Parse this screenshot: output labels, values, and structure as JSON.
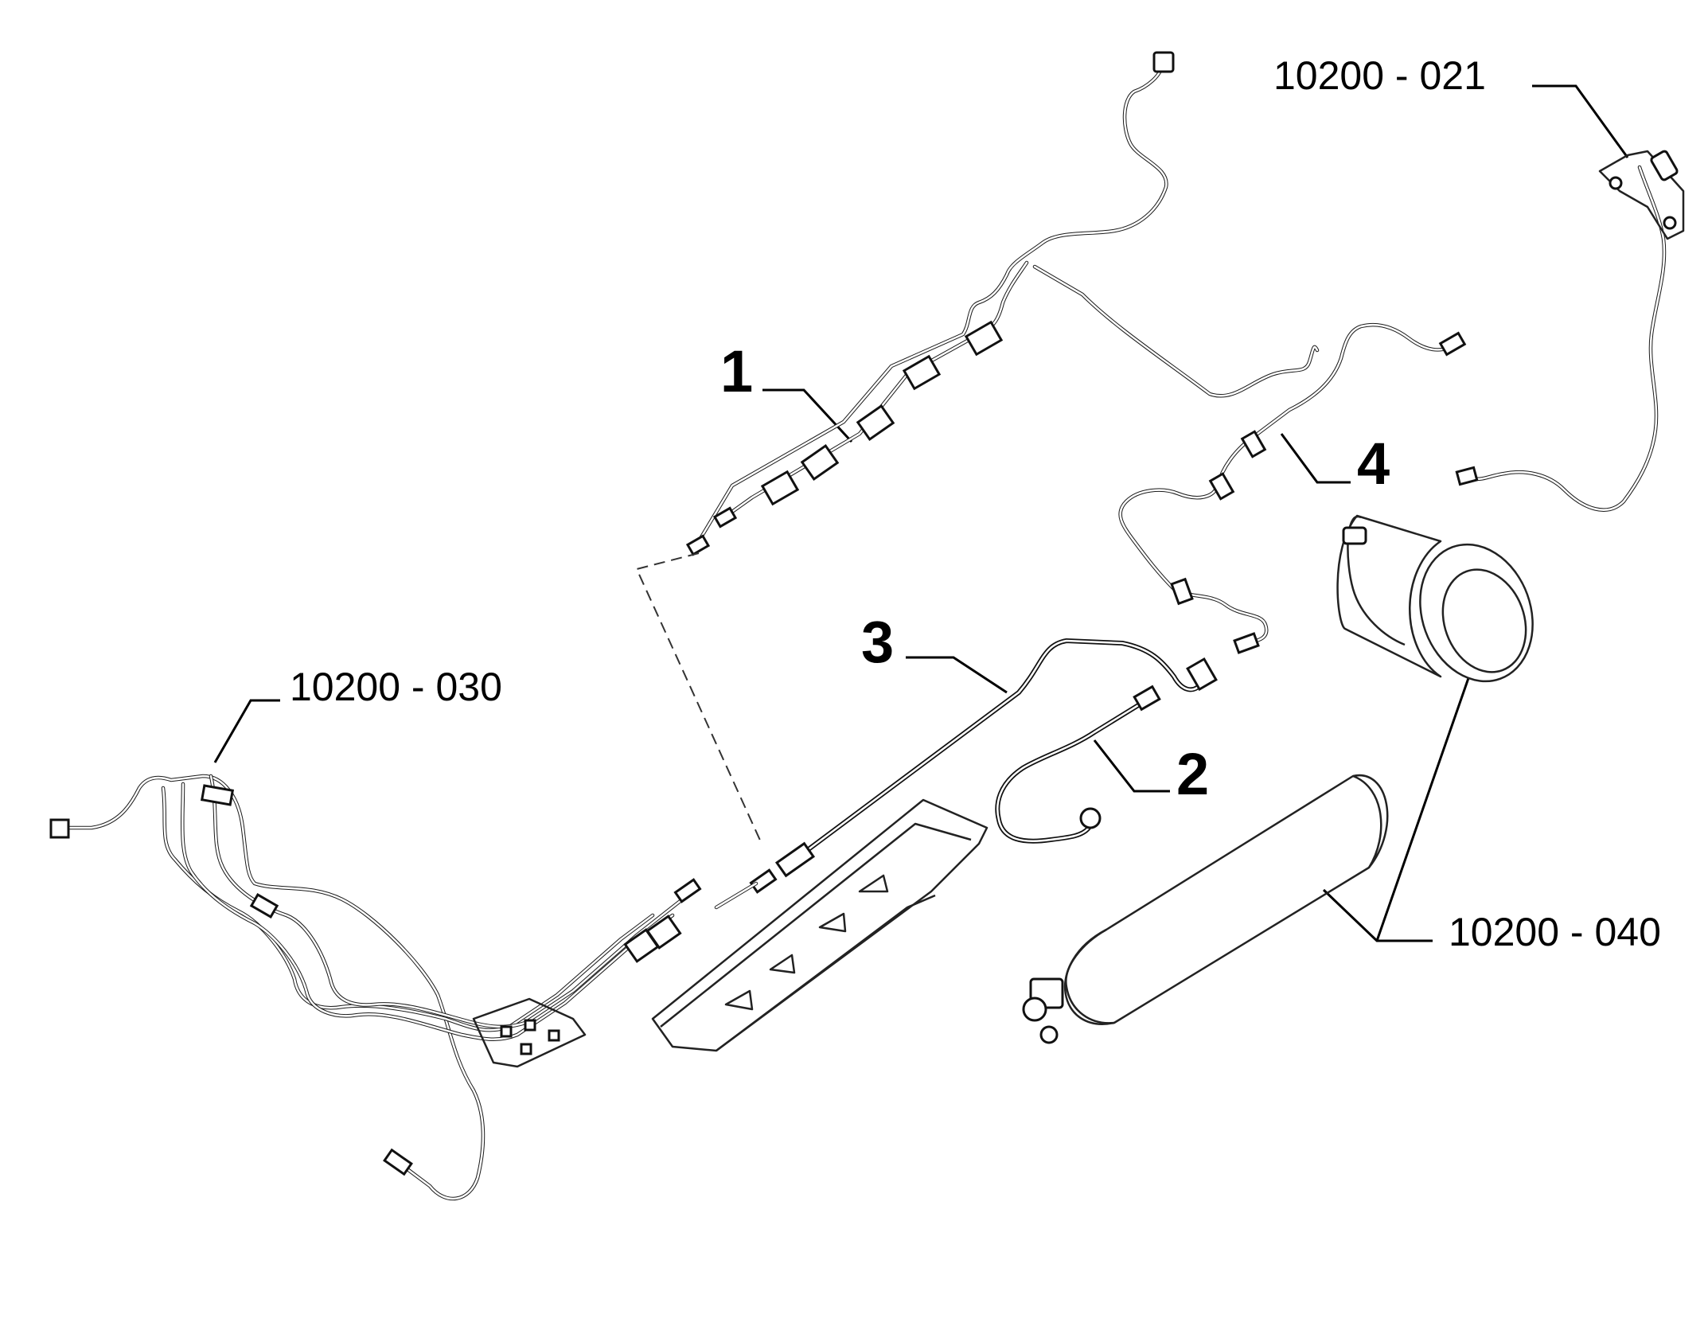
{
  "labels": {
    "ref_021": "10200 - 021",
    "ref_030": "10200 - 030",
    "ref_040": "10200 - 040",
    "callout_1": "1",
    "callout_2": "2",
    "callout_3": "3",
    "callout_4": "4"
  },
  "colors": {
    "line": "#1a1a1a",
    "background": "#ffffff"
  }
}
